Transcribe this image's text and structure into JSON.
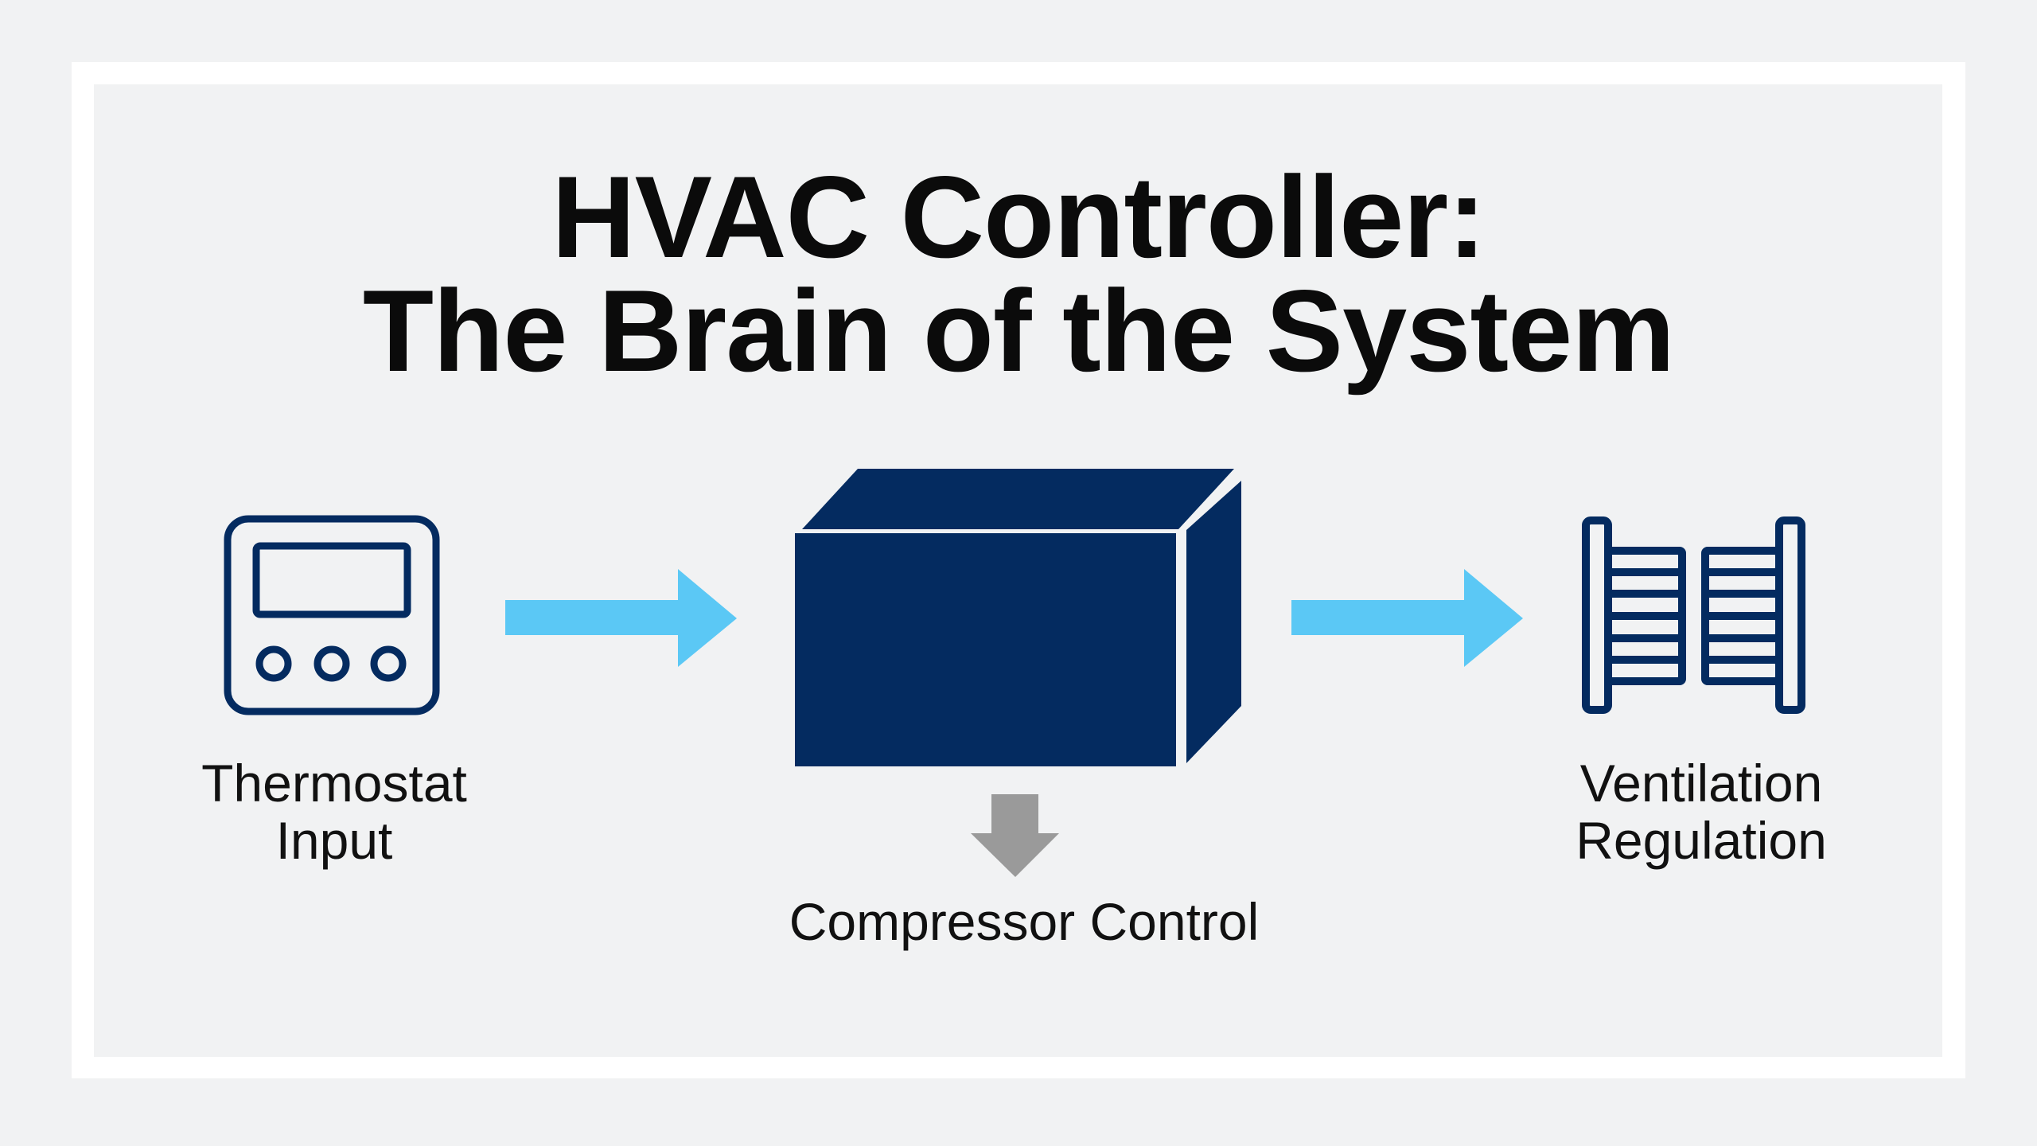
{
  "title": {
    "line1": "HVAC Controller:",
    "line2": "The Brain of the System"
  },
  "nodes": {
    "input": {
      "line1": "Thermostat",
      "line2": "Input",
      "icon": "thermostat-icon"
    },
    "controller": {
      "icon": "controller-box-icon"
    },
    "output_down": {
      "label": "Compressor Control",
      "icon": "arrow-down-icon"
    },
    "output_right": {
      "line1": "Ventilation",
      "line2": "Regulation",
      "icon": "vent-louver-icon"
    }
  },
  "colors": {
    "navy": "#042b60",
    "arrow_blue": "#5bc8f5",
    "arrow_gray": "#9a9a9a",
    "text": "#111111"
  }
}
